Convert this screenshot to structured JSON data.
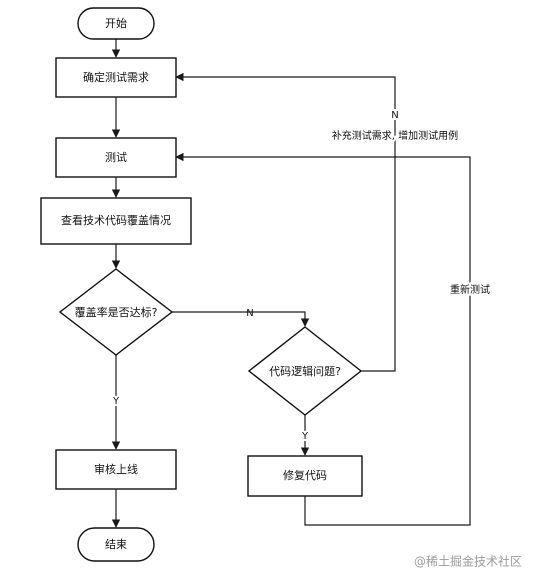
{
  "nodes": {
    "start": "开始",
    "define_requirements": "确定测试需求",
    "test": "测试",
    "check_results": "查看技术代码覆盖情况",
    "coverage_ok": "覆盖率是否达标?",
    "submit": "审核上线",
    "end": "结束",
    "code_issue": "代码逻辑问题?",
    "fix_code": "修复代码"
  },
  "edge_labels": {
    "coverage_no": "N",
    "coverage_yes": "Y",
    "code_yes": "Y",
    "code_no": "N",
    "add_cases": "补充测试需求, 增加测试用例",
    "retest": "重新测试"
  },
  "watermark": "@稀土掘金技术社区"
}
